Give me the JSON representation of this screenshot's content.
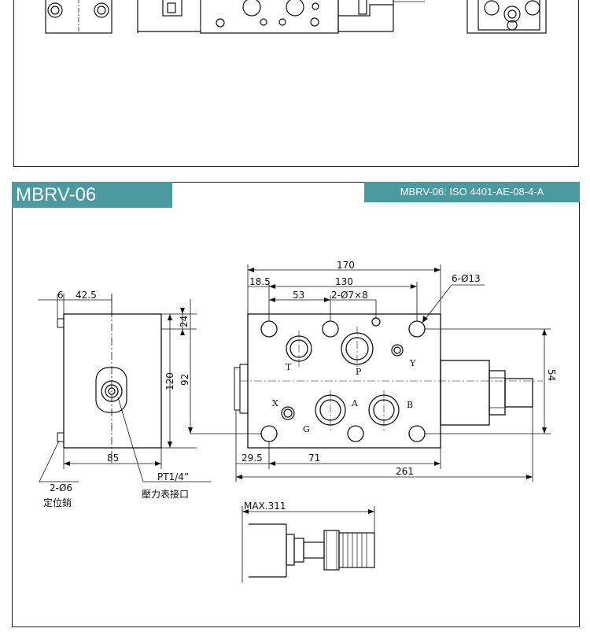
{
  "header": {
    "model": "MBRV-06",
    "iso": "MBRV-06: ISO 4401-AE-08-4-A"
  },
  "dimensions": {
    "d170": "170",
    "d18_5": "18.5",
    "d130": "130",
    "d53": "53",
    "d2phi7": "2-Ø7×8",
    "d6phi13": "6-Ø13",
    "d6": "6",
    "d42_5": "42.5",
    "d24": "24",
    "d120": "120",
    "d92": "92",
    "d54": "54",
    "d85": "85",
    "d29_5": "29.5",
    "d71": "71",
    "d261": "261",
    "max": "MAX.311"
  },
  "ports": {
    "T": "T",
    "P": "P",
    "Y": "Y",
    "A": "A",
    "B": "B",
    "X": "X",
    "G": "G"
  },
  "callouts": {
    "pin_count": "2-Ø6",
    "pin_name": "定位銷",
    "gauge_thread": "PT1/4”",
    "gauge_name": "壓力表接口"
  },
  "colors": {
    "accent": "#4a9aa0",
    "line": "#111111"
  }
}
